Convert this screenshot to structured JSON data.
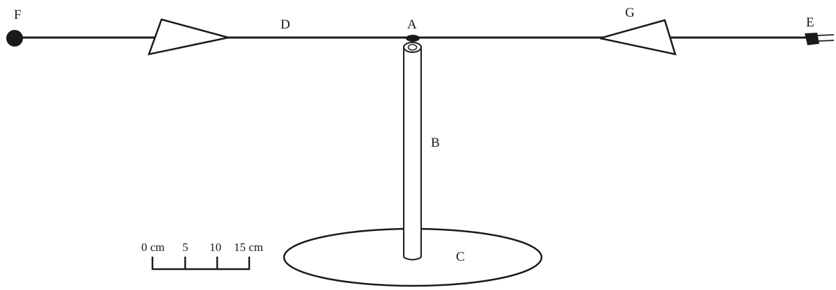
{
  "labels": {
    "a": "A",
    "b": "B",
    "c": "C",
    "d": "D",
    "e": "E",
    "f": "F",
    "g": "G"
  },
  "scale_bar": {
    "tick_labels": [
      "0 cm",
      "5",
      "10",
      "15 cm"
    ]
  },
  "colors": {
    "stroke": "#1a1a1a",
    "fill": "#ffffff"
  }
}
